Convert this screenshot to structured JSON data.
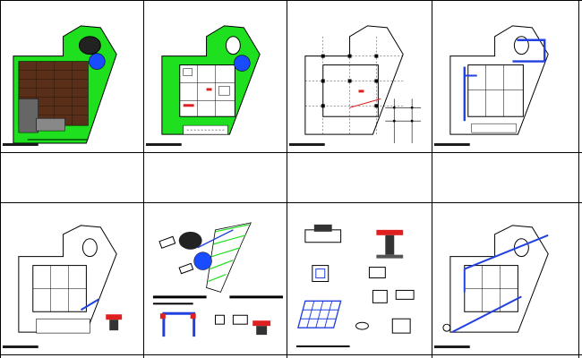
{
  "drawing": {
    "colors": {
      "lawn": "#1ee01e",
      "roof": "#5a2f1a",
      "water": "#1a4cff",
      "pipe": "#2240e0",
      "ink": "#000000",
      "red": "#e02020",
      "gray": "#777777"
    },
    "sheets_top": [
      {
        "name": "site-plan-roof"
      },
      {
        "name": "site-plan-floor"
      },
      {
        "name": "foundation-grid-plan"
      },
      {
        "name": "drainage-plan"
      }
    ],
    "sheets_bottom": [
      {
        "name": "plumbing-detail-plan"
      },
      {
        "name": "pool-detail-sheet"
      },
      {
        "name": "construction-details-sheet"
      },
      {
        "name": "pipe-routing-plan"
      }
    ]
  }
}
